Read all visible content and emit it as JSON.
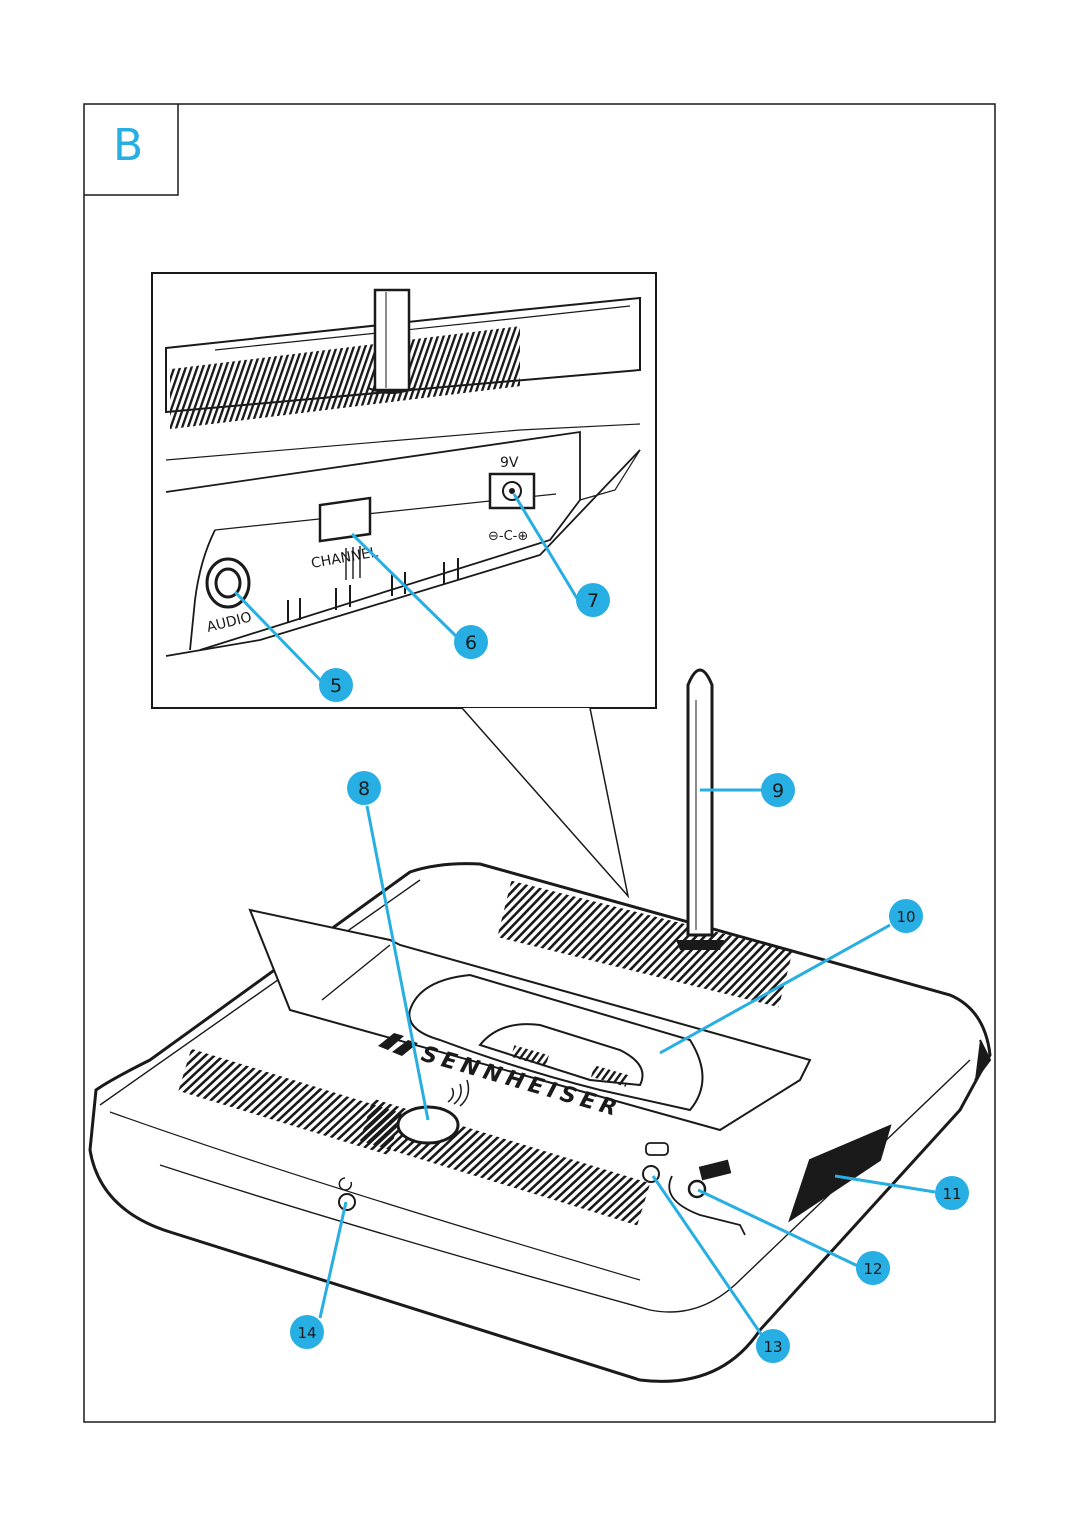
{
  "figure": {
    "section_letter": "B",
    "accent_color": "#27aee3",
    "line_color": "#1a1a1a"
  },
  "inset": {
    "label_9v": "9V",
    "label_channel": "CHANNEL",
    "label_audio": "AUDIO",
    "polarity_symbol": "⊖-C-⊕"
  },
  "device": {
    "brand": "SENNHEISER"
  },
  "callouts": [
    {
      "number": "5",
      "part": "audio-input-socket"
    },
    {
      "number": "6",
      "part": "channel-switch"
    },
    {
      "number": "7",
      "part": "dc-power-socket"
    },
    {
      "number": "8",
      "part": "transmit-button"
    },
    {
      "number": "9",
      "part": "antenna"
    },
    {
      "number": "10",
      "part": "charging-compartment"
    },
    {
      "number": "11",
      "part": "spare-battery-compartment"
    },
    {
      "number": "12",
      "part": "spare-battery-led"
    },
    {
      "number": "13",
      "part": "charging-led"
    },
    {
      "number": "14",
      "part": "power-led"
    }
  ]
}
